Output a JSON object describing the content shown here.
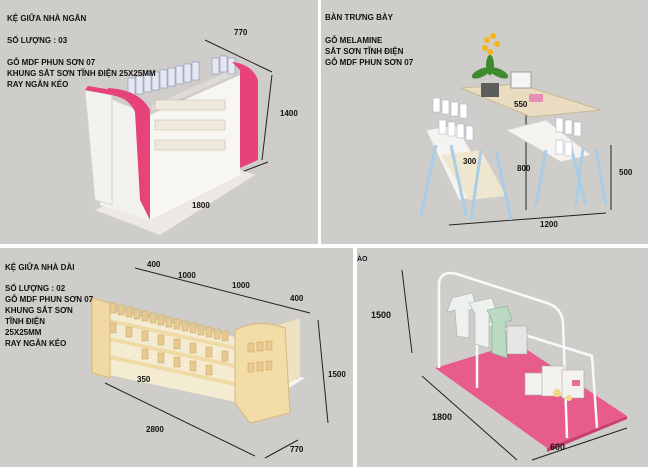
{
  "p1": {
    "title": "KỆ GIỮA NHÀ NGẮN",
    "quantity": "SỐ LƯỢNG : 03",
    "spec1": "GỖ MDF PHUN SƠN 07",
    "spec2": "KHUNG SẮT SƠN TĨNH ĐIỆN 25X25MM",
    "spec3": "RAY NGĂN KÉO",
    "dim_depth": "770",
    "dim_height": "1400",
    "dim_length": "1800"
  },
  "p2": {
    "title": "BÀN TRƯNG BÀY",
    "spec1": "GỖ MELAMINE",
    "spec2": "SẮT SƠN TĨNH ĐIỆN",
    "spec3": "GỖ MDF PHUN SƠN 07",
    "dim_top": "550",
    "dim_bench": "300",
    "dim_table_h": "800",
    "dim_bench_h": "500",
    "dim_length": "1200"
  },
  "p3": {
    "title": "KỆ GIỮA NHÀ DÀI",
    "quantity": "SỐ LƯỢNG : 02",
    "spec1": "GỖ MDF PHUN SƠN 07",
    "spec2": "KHUNG SẮT SƠN",
    "spec3": "TĨNH ĐIỆN",
    "spec4": "25X25MM",
    "spec5": "RAY NGĂN KÉO",
    "dim_a": "400",
    "dim_b": "1000",
    "dim_c": "1000",
    "dim_d": "400",
    "dim_base": "350",
    "dim_height": "1500",
    "dim_length": "2800",
    "dim_depth": "770"
  },
  "p4": {
    "cut": "ÀO",
    "dim_height": "1500",
    "dim_length": "1800",
    "dim_width": "600"
  }
}
